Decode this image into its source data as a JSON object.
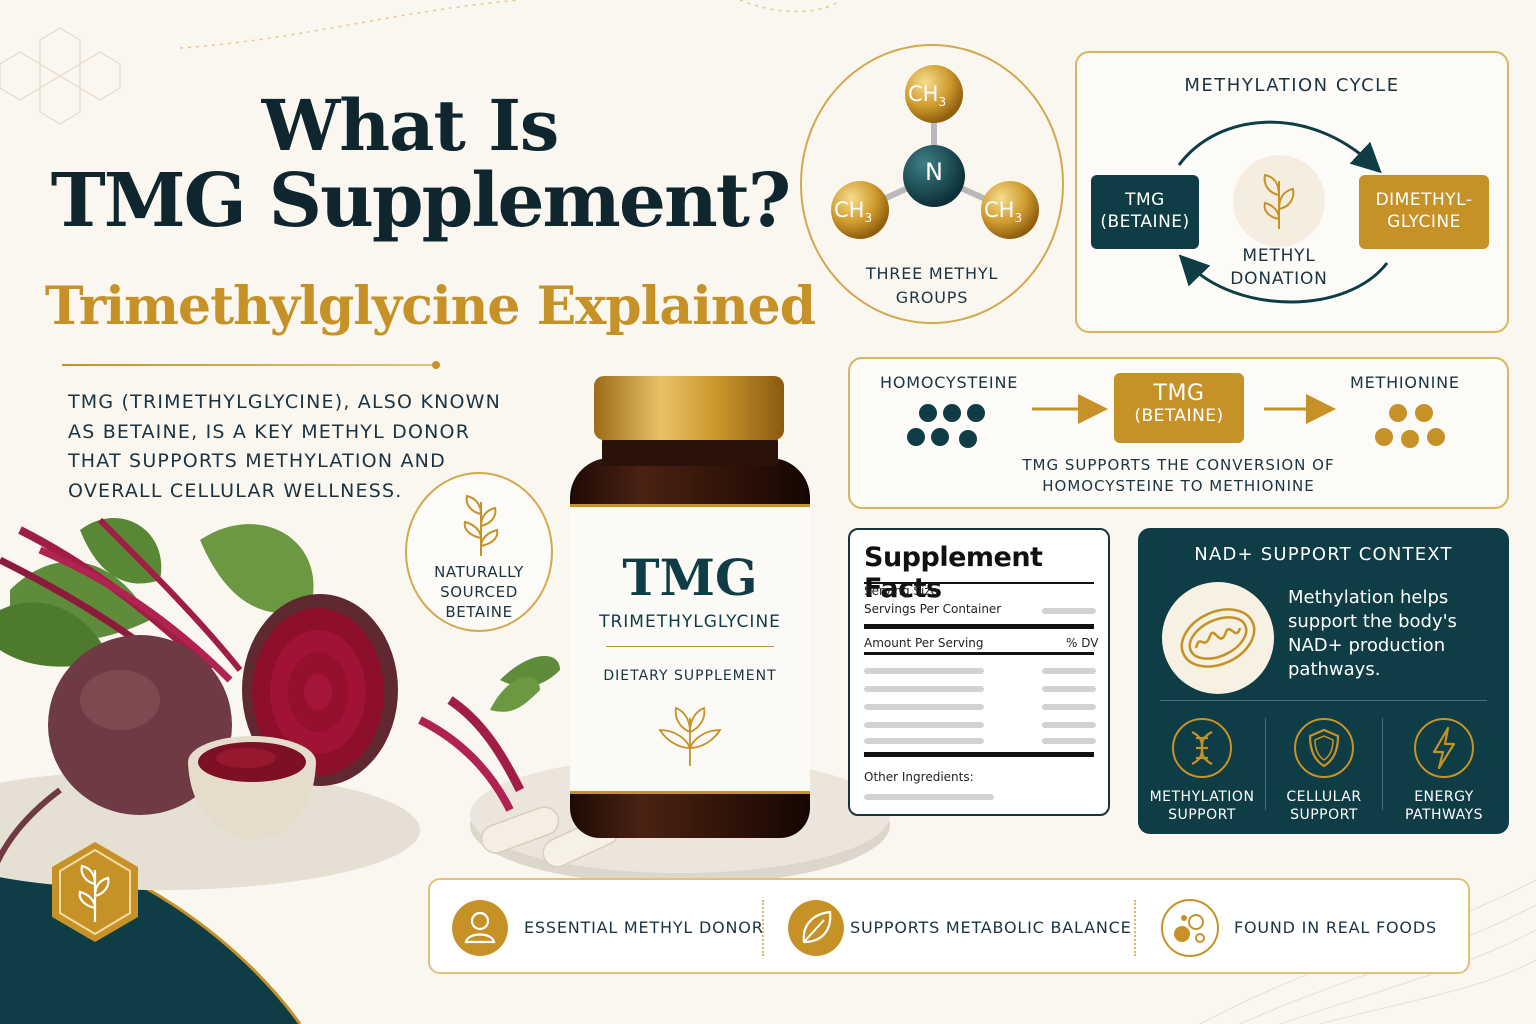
{
  "title_line1": "What Is",
  "title_line2": "TMG Supplement?",
  "subtitle": "Trimethylglycine Explained",
  "intro": [
    "TMG (TRIMETHYLGLYCINE), ALSO KNOWN",
    "AS BETAINE, IS A KEY METHYL DONOR",
    "THAT SUPPORTS METHYLATION AND",
    "OVERALL CELLULAR WELLNESS."
  ],
  "natural_badge": [
    "NATURALLY",
    "SOURCED",
    "BETAINE"
  ],
  "bottle": {
    "brand": "TMG",
    "name": "TRIMETHYLGLYCINE",
    "type": "DIETARY SUPPLEMENT"
  },
  "molecule": {
    "center": "N",
    "group": "CH",
    "subscript": "3",
    "caption": [
      "THREE METHYL",
      "GROUPS"
    ]
  },
  "cycle": {
    "title": "METHYLATION CYCLE",
    "left": [
      "TMG",
      "(BETAINE)"
    ],
    "right": [
      "DIMETHYL-",
      "GLYCINE"
    ],
    "center": [
      "METHYL",
      "DONATION"
    ]
  },
  "conversion": {
    "from": "HOMOCYSTEINE",
    "middle": [
      "TMG",
      "(BETAINE)"
    ],
    "to": "METHIONINE",
    "note": [
      "TMG SUPPORTS THE CONVERSION OF",
      "HOMOCYSTEINE TO METHIONINE"
    ]
  },
  "facts": {
    "title": "Supplement Facts",
    "serving_size": "Serving Size",
    "servings_per_container": "Servings Per Container",
    "amount_per_serving": "Amount Per Serving",
    "dv": "% DV",
    "other": "Other Ingredients:"
  },
  "nad": {
    "title": "NAD+ SUPPORT CONTEXT",
    "description": [
      "Methylation helps",
      "support the body's",
      "NAD+ production",
      "pathways."
    ],
    "items": [
      {
        "label": [
          "METHYLATION",
          "SUPPORT"
        ],
        "icon": "dna-icon"
      },
      {
        "label": [
          "CELLULAR",
          "SUPPORT"
        ],
        "icon": "shield-icon"
      },
      {
        "label": [
          "ENERGY",
          "PATHWAYS"
        ],
        "icon": "lightning-icon"
      }
    ]
  },
  "features": [
    {
      "label": "ESSENTIAL METHYL DONOR",
      "icon": "person-icon"
    },
    {
      "label": "SUPPORTS METABOLIC BALANCE",
      "icon": "leaf-icon"
    },
    {
      "label": "FOUND IN REAL FOODS",
      "icon": "cells-icon"
    }
  ],
  "colors": {
    "teal": "#0f3d45",
    "gold": "#c69228",
    "background": "#faf7f1"
  }
}
